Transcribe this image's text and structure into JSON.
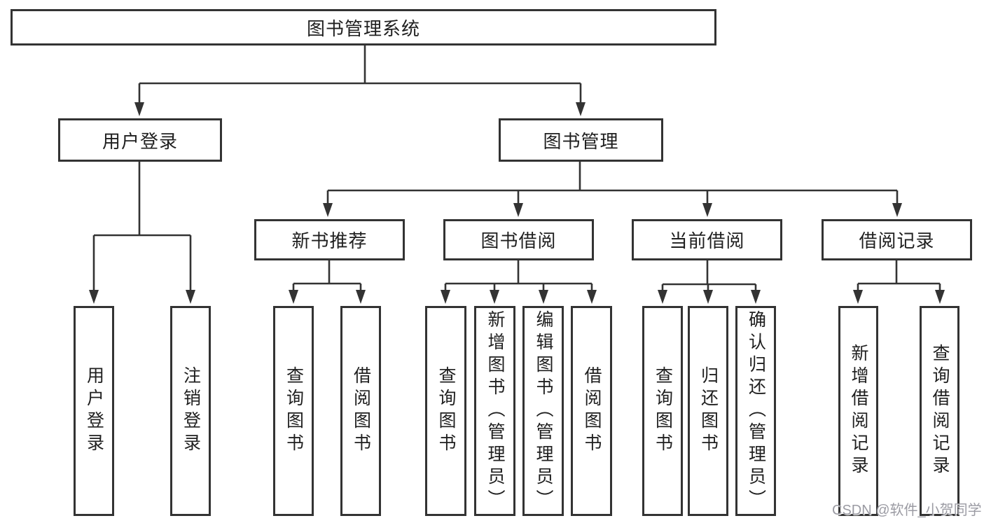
{
  "tree": {
    "label": "图书管理系统",
    "children": [
      {
        "label": "用户登录",
        "children": [
          {
            "label": "用户登录"
          },
          {
            "label": "注销登录"
          }
        ]
      },
      {
        "label": "图书管理",
        "children": [
          {
            "label": "新书推荐",
            "children": [
              {
                "label": "查询图书"
              },
              {
                "label": "借阅图书"
              }
            ]
          },
          {
            "label": "图书借阅",
            "children": [
              {
                "label": "查询图书"
              },
              {
                "label": "新增图书（管理员）"
              },
              {
                "label": "编辑图书（管理员）"
              },
              {
                "label": "借阅图书"
              }
            ]
          },
          {
            "label": "当前借阅",
            "children": [
              {
                "label": "查询图书"
              },
              {
                "label": "归还图书"
              },
              {
                "label": "确认归还（管理员）"
              }
            ]
          },
          {
            "label": "借阅记录",
            "children": [
              {
                "label": "新增借阅记录"
              },
              {
                "label": "查询借阅记录"
              }
            ]
          }
        ]
      }
    ]
  },
  "watermark": "CSDN @软件_小贺同学",
  "colors": {
    "line": "#333333",
    "text": "#1f1f1f",
    "watermark_gray": "#9b9ba3",
    "background": "#ffffff"
  }
}
